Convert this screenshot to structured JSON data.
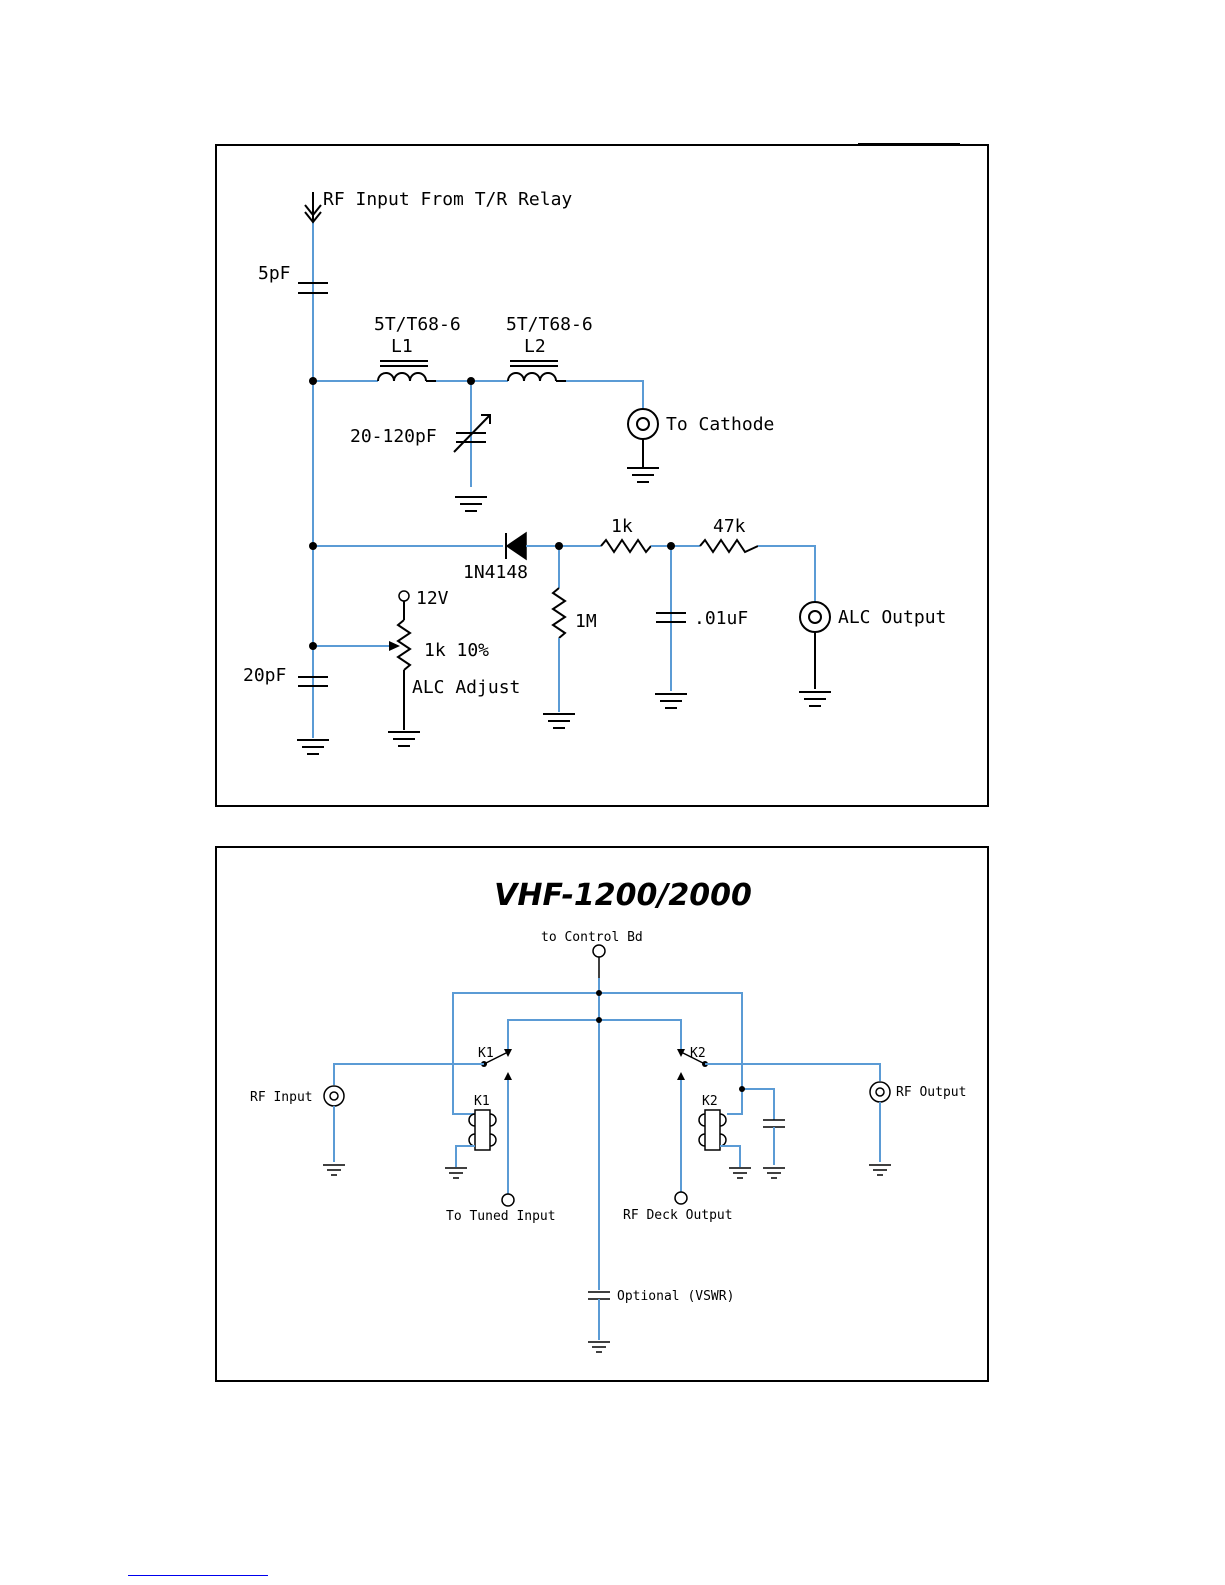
{
  "alc_circuit": {
    "rf_input_label": "RF Input From T/R Relay",
    "cap_5pf": "5pF",
    "l1_spec": "5T/T68-6",
    "l1_name": "L1",
    "l2_spec": "5T/T68-6",
    "l2_name": "L2",
    "var_cap": "20-120pF",
    "to_cathode": "To Cathode",
    "diode": "1N4148",
    "r_1k": "1k",
    "r_47k": "47k",
    "supply": "12V",
    "pot": "1k 10%",
    "pot_name": "ALC Adjust",
    "r_1m": "1M",
    "cap_01uf": ".01uF",
    "alc_output": "ALC Output",
    "cap_20pf": "20pF"
  },
  "relay_circuit": {
    "title": "VHF-1200/2000",
    "control": "to Control Bd",
    "k1": "K1",
    "k2": "K2",
    "rf_input": "RF Input",
    "rf_output": "RF Output",
    "to_tuned_input": "To Tuned Input",
    "rf_deck_output": "RF Deck Output",
    "optional": "Optional (VSWR)"
  },
  "colors": {
    "wire": "#5b9bd5",
    "symbol": "#000000",
    "frame": "#000000"
  }
}
